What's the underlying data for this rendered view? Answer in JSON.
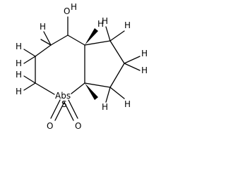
{
  "molecule": {
    "atoms": {
      "hydroxyl": "O",
      "hydroxyl_h": "H",
      "sulfur": "S",
      "sulfur_label_overlap": "Abs",
      "oxo_left": "O",
      "oxo_right": "O",
      "h_top_left": "H",
      "h_top_right": "H",
      "h_ring_top_a": "H",
      "h_ring_top_b": "H",
      "h_ring_right_a": "H",
      "h_ring_right_b": "H",
      "h_ring_bottom_a": "H",
      "h_ring_bottom_b": "H",
      "h_left_a": "H",
      "h_left_b": "H",
      "h_left_c": "H",
      "h_left_d": "H"
    },
    "stroke_color": "#000000",
    "background_color": "#ffffff"
  }
}
